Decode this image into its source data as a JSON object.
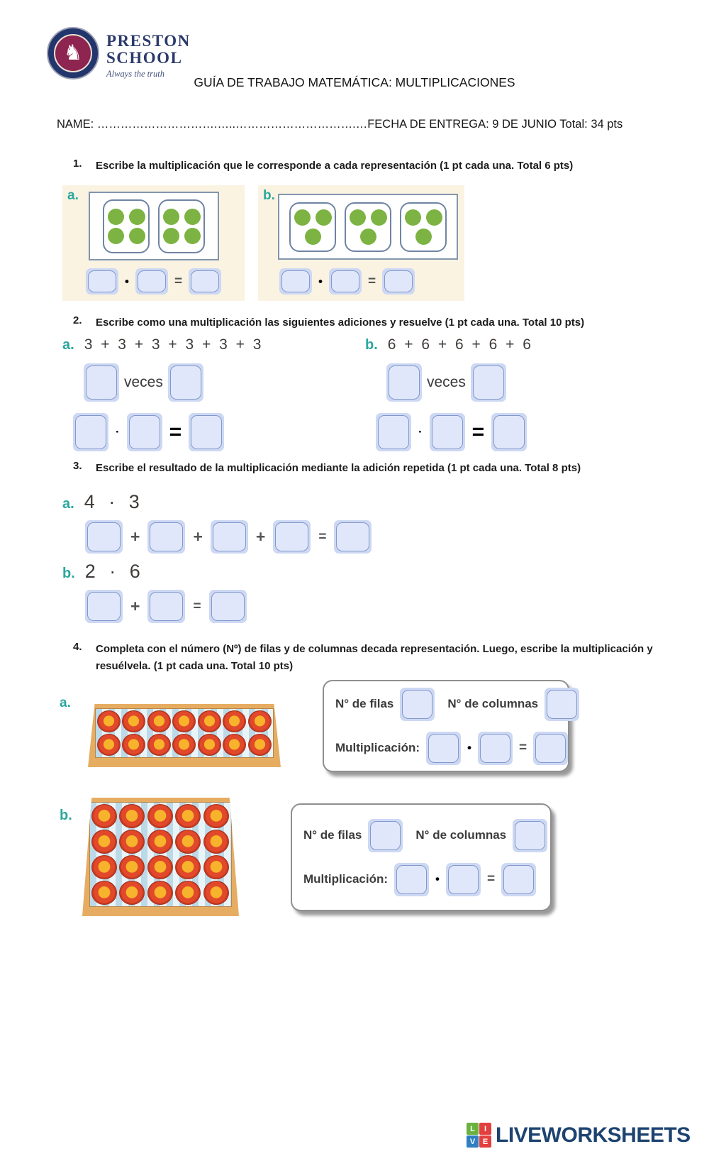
{
  "colors": {
    "accent_teal": "#2aa79e",
    "input_fill": "#e0e7fb",
    "input_border": "#8398cb",
    "dot_green": "#7cb342",
    "panel_cream": "#faf3e2",
    "tray_tan": "#e6ad62",
    "brand_navy": "#1d4370"
  },
  "header": {
    "school_line1": "PRESTON",
    "school_line2": "SCHOOL",
    "motto": "Always the truth",
    "title": "GUÍA DE TRABAJO MATEMÁTICA: MULTIPLICACIONES"
  },
  "name_line": {
    "label": "NAME:",
    "dots": "………………………….…..………………………….…",
    "fecha": "FECHA DE ENTREGA: 9 DE JUNIO",
    "total": "Total: 34 pts"
  },
  "q1": {
    "number": "1.",
    "text": "Escribe la multiplicación que le corresponde a cada representación (1 pt cada una. Total 6 pts)",
    "a": {
      "label": "a.",
      "groups": 2,
      "dots_per_group": 4
    },
    "b": {
      "label": "b.",
      "groups": 3,
      "dots_per_group": 3
    },
    "dot_op": "•",
    "eq_op": "="
  },
  "q2": {
    "number": "2.",
    "text": "Escribe como una multiplicación las siguientes adiciones y resuelve (1 pt cada una. Total 10 pts)",
    "a": {
      "label": "a.",
      "expression": "3 + 3 + 3 + 3 + 3 + 3"
    },
    "b": {
      "label": "b.",
      "expression": "6 + 6 + 6 + 6 + 6"
    },
    "veces": "veces",
    "dot_op": "·",
    "eq_op": "="
  },
  "q3": {
    "number": "3.",
    "text": "Escribe el resultado de la multiplicación mediante la adición repetida (1 pt cada una. Total 8 pts)",
    "a": {
      "label": "a.",
      "expression": "4 · 3",
      "addends": 4
    },
    "b": {
      "label": "b.",
      "expression": "2 · 6",
      "addends": 2
    },
    "plus_op": "+",
    "eq_op": "="
  },
  "q4": {
    "number": "4.",
    "text": "Completa con el número (Nº) de filas y  de columnas decada representación. Luego, escribe la multiplicación y resuélvela. (1 pt cada una. Total 10 pts)",
    "filas_label": "N° de filas",
    "columnas_label": "N° de columnas",
    "mult_label": "Multiplicación:",
    "dot_op": "•",
    "eq_op": "=",
    "a": {
      "label": "a.",
      "rows": 2,
      "cols": 7
    },
    "b": {
      "label": "b.",
      "rows": 4,
      "cols": 5
    }
  },
  "footer": {
    "brand": "LIVEWORKSHEETS",
    "tiles": [
      {
        "letter": "L",
        "color": "#6ab23e"
      },
      {
        "letter": "I",
        "color": "#e43f3f"
      },
      {
        "letter": "V",
        "color": "#2f7fc1"
      },
      {
        "letter": "E",
        "color": "#e43f3f"
      }
    ]
  }
}
